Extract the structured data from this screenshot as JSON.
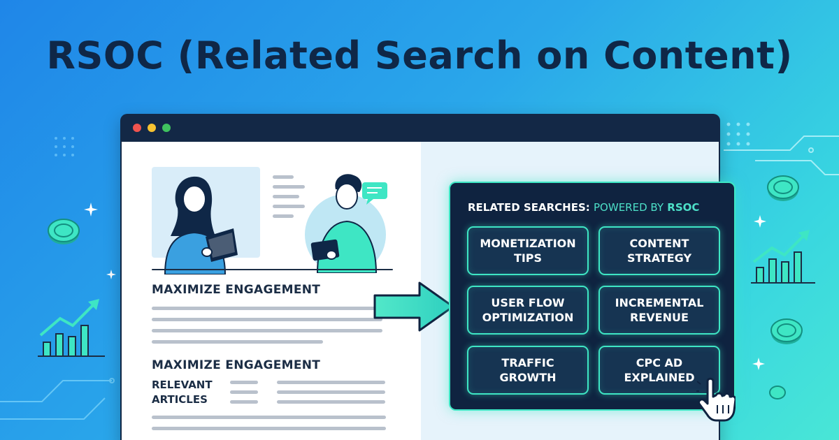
{
  "headline": "RSOC (Related Search on Content)",
  "article": {
    "section_title_1": "MAXIMIZE ENGAGEMENT",
    "section_title_2": "MAXIMIZE ENGAGEMENT",
    "relevant_line_1": "RELEVANT",
    "relevant_line_2": "ARTICLES"
  },
  "panel": {
    "header_main": "RELATED SEARCHES:",
    "header_powered": "POWERED BY",
    "header_brand": "RSOC",
    "chips": [
      {
        "line1": "MONETIZATION",
        "line2": "TIPS"
      },
      {
        "line1": "CONTENT",
        "line2": "STRATEGY"
      },
      {
        "line1": "USER FLOW",
        "line2": "OPTIMIZATION"
      },
      {
        "line1": "INCREMENTAL",
        "line2": "REVENUE"
      },
      {
        "line1": "TRAFFIC",
        "line2": "GROWTH"
      },
      {
        "line1": "CPC AD",
        "line2": "EXPLAINED"
      }
    ]
  },
  "colors": {
    "accent": "#3ee6c4",
    "panel_bg": "#0f2340",
    "headline": "#0f2747"
  },
  "icons": [
    "browser-dots",
    "woman-reading-illustration",
    "man-tablet-illustration",
    "chat-bubble-icon",
    "arrow-right-icon",
    "pointer-hand-icon",
    "coin-icon",
    "growth-chart-icon",
    "sparkle-icon"
  ]
}
